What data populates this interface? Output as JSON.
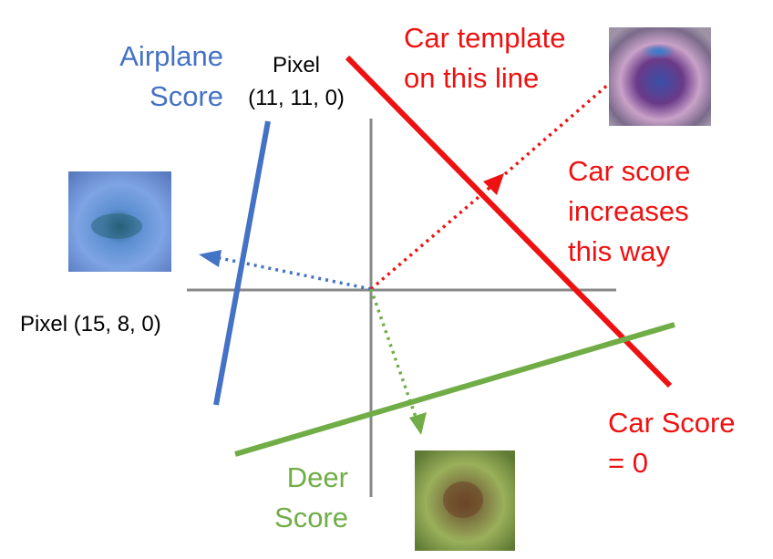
{
  "colors": {
    "axes": "#888888",
    "car": "#ee1111",
    "airplane": "#4472c4",
    "deer": "#70ad47",
    "text": "#000000"
  },
  "labels": {
    "airplane_score": [
      "Airplane",
      "Score"
    ],
    "car_template": [
      "Car template",
      "on this line"
    ],
    "car_increases": [
      "Car score",
      "increases",
      "this way"
    ],
    "car_zero": [
      "Car Score",
      "= 0"
    ],
    "deer_score": [
      "Deer",
      "Score"
    ],
    "pixel_y_axis": [
      "Pixel",
      "(11, 11, 0)"
    ],
    "pixel_x_axis": "Pixel (15, 8, 0)"
  },
  "images": {
    "car_template": "car-template-thumbnail",
    "airplane_template": "airplane-template-thumbnail",
    "deer_template": "deer-template-thumbnail"
  }
}
